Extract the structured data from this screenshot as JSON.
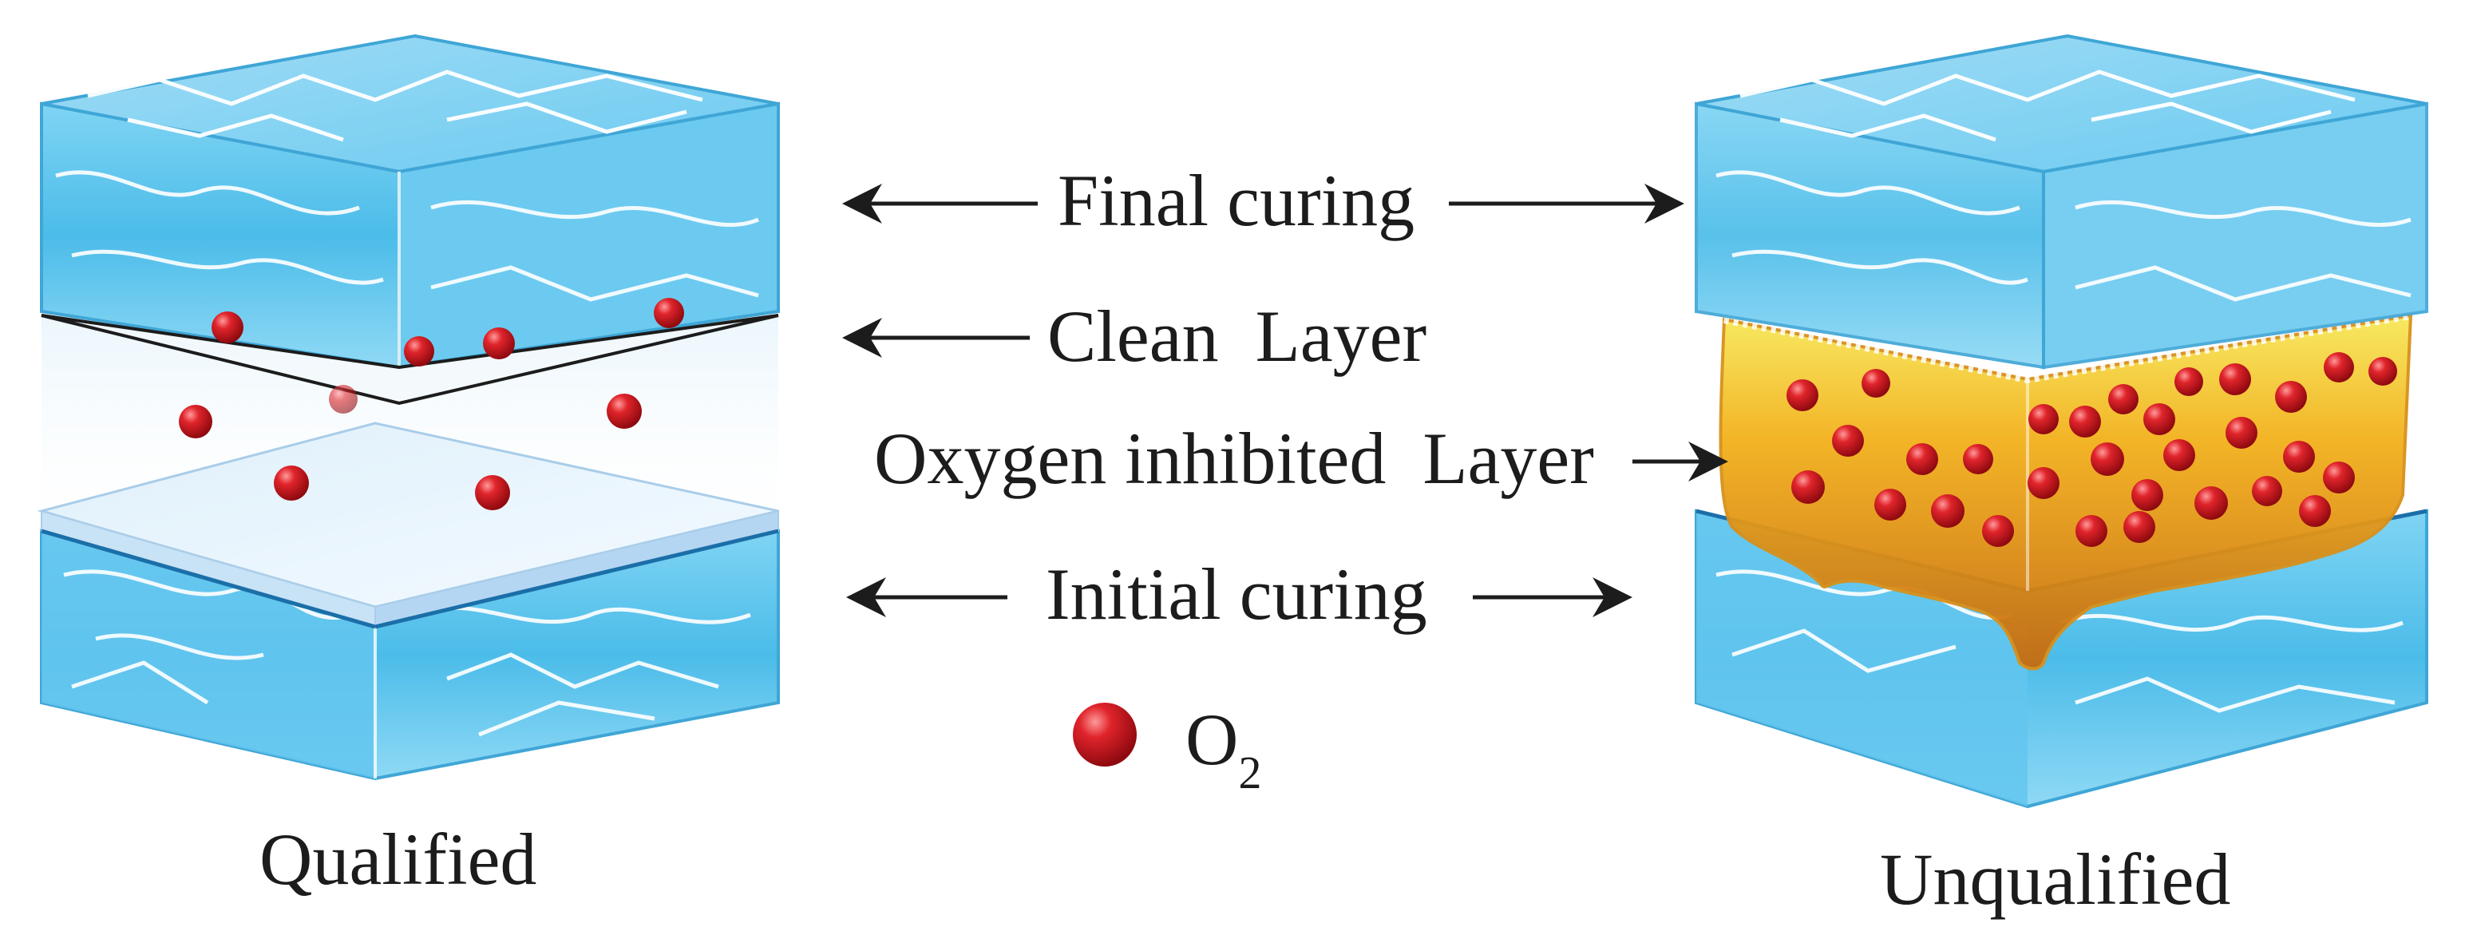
{
  "labels": {
    "final_curing": "Final curing",
    "clean_layer": "Clean  Layer",
    "oxygen_layer": "Oxygen inhibited  Layer",
    "initial_curing": "Initial curing",
    "qualified": "Qualified",
    "unqualified": "Unqualified"
  },
  "legend": {
    "symbol": "O",
    "subscript": "2"
  },
  "colors": {
    "ice_top": "#bfe8f9",
    "ice_side": "#5bc2ea",
    "ice_edge": "#3fa6d6",
    "ice_dark": "#1b6fa8",
    "oxygen": "#d0141b",
    "gel": "#f3b11c",
    "text": "#1c1c1c"
  }
}
